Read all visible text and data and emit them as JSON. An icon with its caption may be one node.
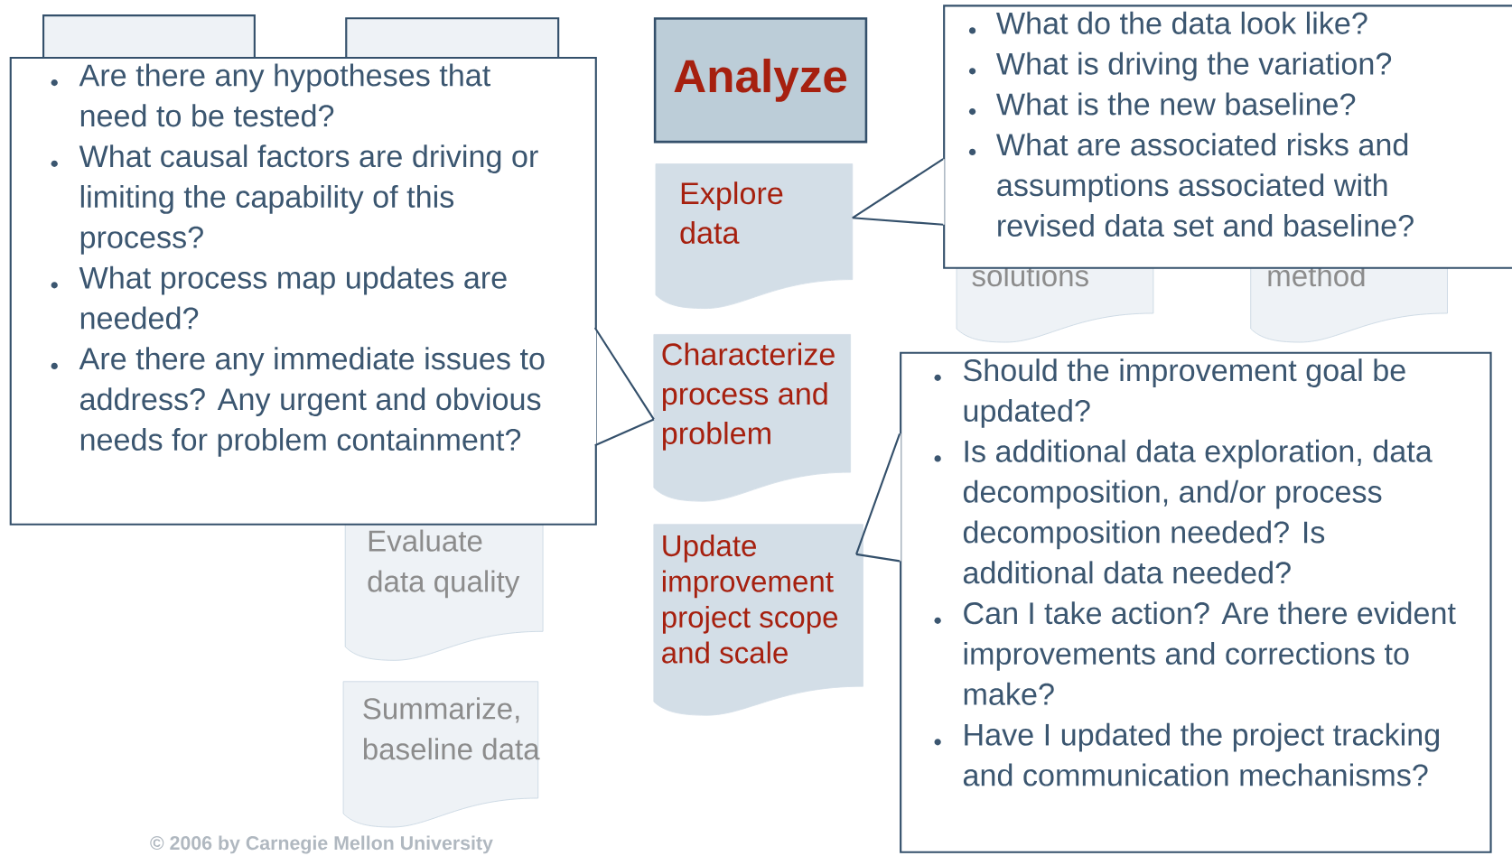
{
  "diagram": {
    "nodes": [
      {
        "text": [],
        "shape": "box"
      },
      {
        "text": [],
        "shape": "box"
      },
      {
        "text": [
          "Analyze"
        ]
      },
      {
        "text": [
          "Explore data"
        ]
      },
      {
        "text": [
          "Characterize process and problem"
        ]
      },
      {
        "text": [
          "Update improvement project scope and scale"
        ]
      },
      {
        "text": [
          "Evaluate data quality"
        ]
      },
      {
        "text": [
          "Summarize, baseline data"
        ]
      },
      {
        "text": [
          "solutions"
        ]
      },
      {
        "text": [
          "method"
        ]
      },
      {
        "text": [
          "Are there any hypotheses that need to be tested?",
          "What causal factors are driving or limiting the capability of this process?",
          "What process map updates are needed?",
          "Are there any immediate issues to address? Any urgent and obvious needs for problem containment?"
        ]
      },
      {
        "text": [
          "What do the data look like?",
          "What is driving the variation?",
          "What is the new baseline?",
          "What are associated risks and assumptions associated with revised data set and baseline?"
        ]
      },
      {
        "text": [
          "Should the improvement goal be updated?",
          "Is additional data exploration, data decomposition, and/or process decomposition needed? Is additional data needed?",
          "Can I take action? Are there evident improvements and corrections to make?",
          "Have I updated the project tracking and communication mechanisms?"
        ]
      }
    ],
    "edges": [
      {
        "from": 10,
        "to": 4,
        "arrow": "none"
      },
      {
        "from": 11,
        "to": 3,
        "arrow": "none"
      },
      {
        "from": 12,
        "to": 5,
        "arrow": "none"
      }
    ],
    "labels": [
      "© 2006 by Carnegie Mellon University"
    ]
  }
}
